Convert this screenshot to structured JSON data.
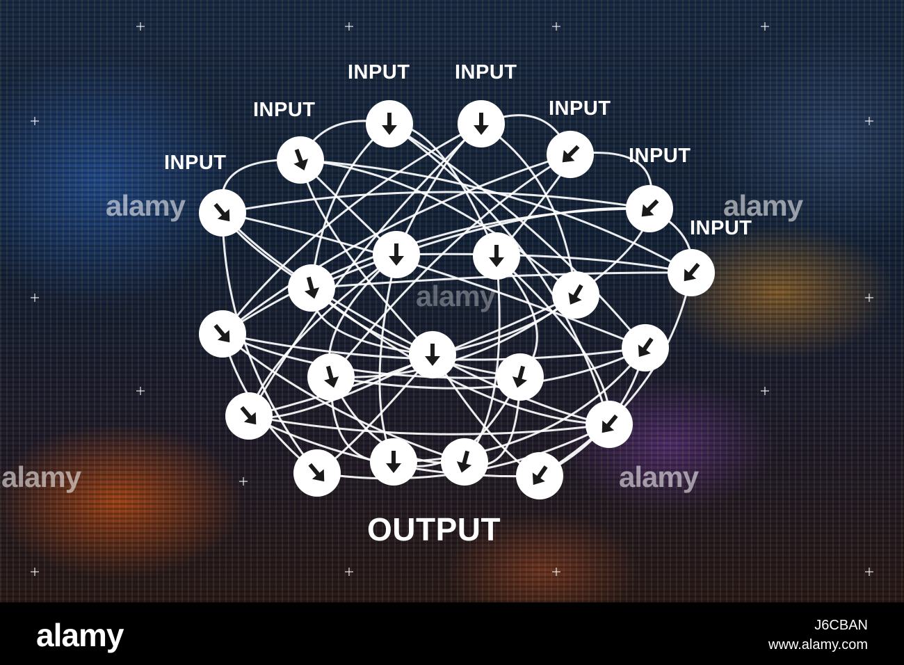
{
  "labels": {
    "input": "INPUT",
    "output": "OUTPUT"
  },
  "watermark": {
    "text": "alamy"
  },
  "footer": {
    "brand": "alamy",
    "image_id": "J6CBAN",
    "site": "www.alamy.com"
  },
  "colors": {
    "node_fill": "#ffffff",
    "arrow": "#1a1a1a",
    "edge": "#ffffff",
    "footer_bg": "#000000"
  }
}
